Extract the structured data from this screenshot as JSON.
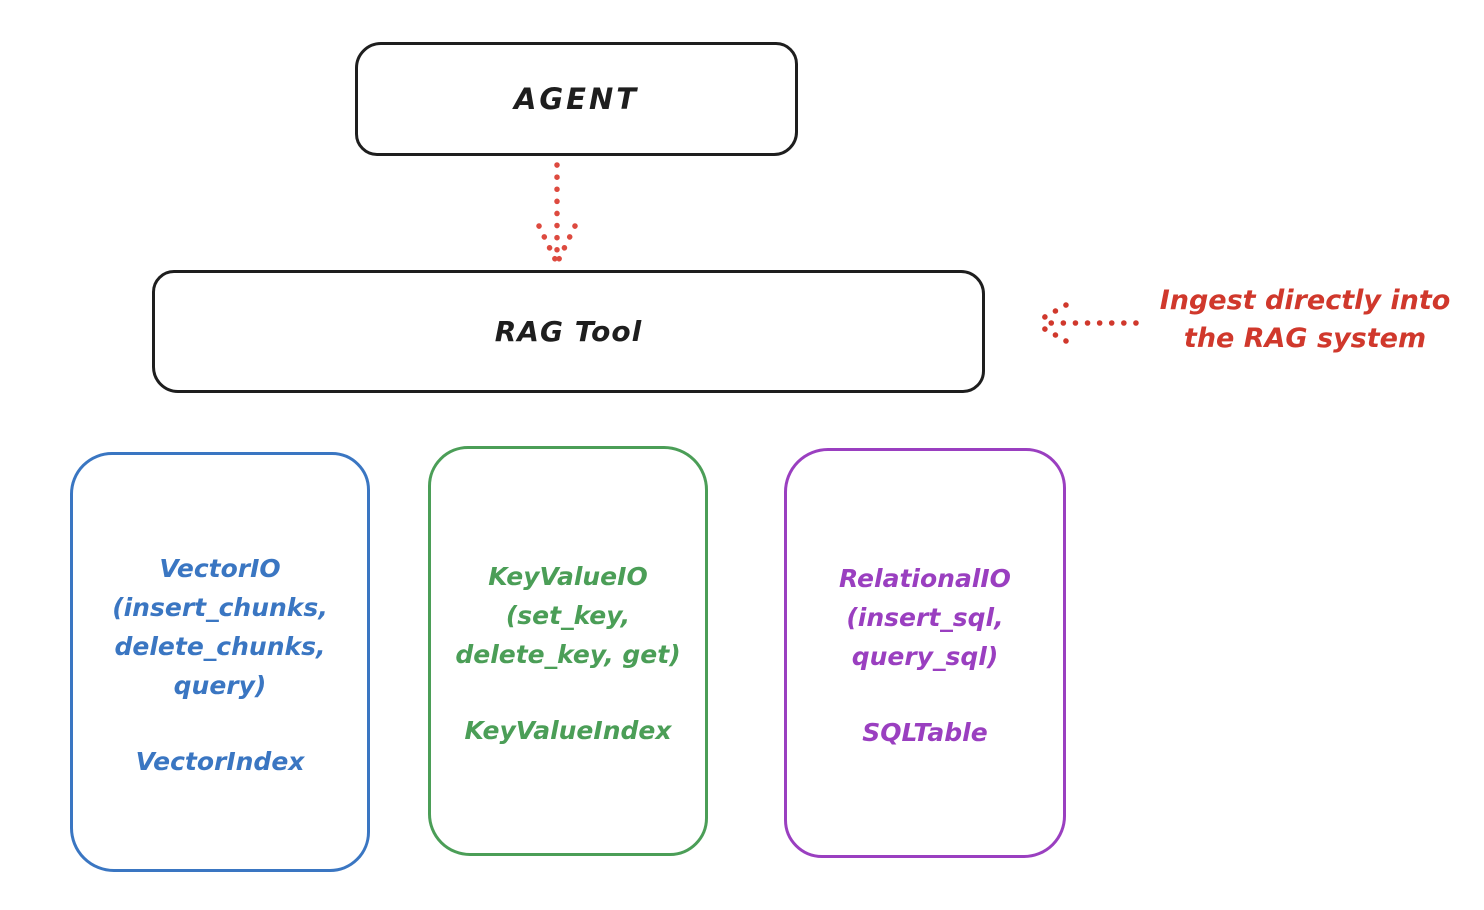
{
  "diagram": {
    "agent_box": {
      "label": "AGENT"
    },
    "rag_tool_box": {
      "label": "RAG Tool"
    },
    "agent_to_rag_arrow": {
      "style": "dotted",
      "direction": "down",
      "color": "#dd4a3f"
    },
    "ingest_annotation": {
      "text": [
        "Ingest directly into",
        "the RAG system"
      ],
      "arrow_style": "dotted",
      "arrow_direction": "left",
      "color": "#d0382c"
    },
    "storage_boxes": [
      {
        "name": "vector-io",
        "color": "#3a76c2",
        "methods": [
          "VectorIO",
          "(insert_chunks,",
          "delete_chunks,",
          "query)"
        ],
        "index_label": "VectorIndex"
      },
      {
        "name": "key-value-io",
        "color": "#4b9e57",
        "methods": [
          "KeyValueIO",
          "(set_key,",
          "delete_key, get)"
        ],
        "index_label": "KeyValueIndex"
      },
      {
        "name": "relational-io",
        "color": "#9a3fc0",
        "methods": [
          "RelationalIO",
          "(insert_sql,",
          "query_sql)"
        ],
        "index_label": "SQLTable"
      }
    ],
    "colors": {
      "outline": "#1e1e1e",
      "background": "#ffffff",
      "arrow_red": "#dd4a3f"
    }
  }
}
